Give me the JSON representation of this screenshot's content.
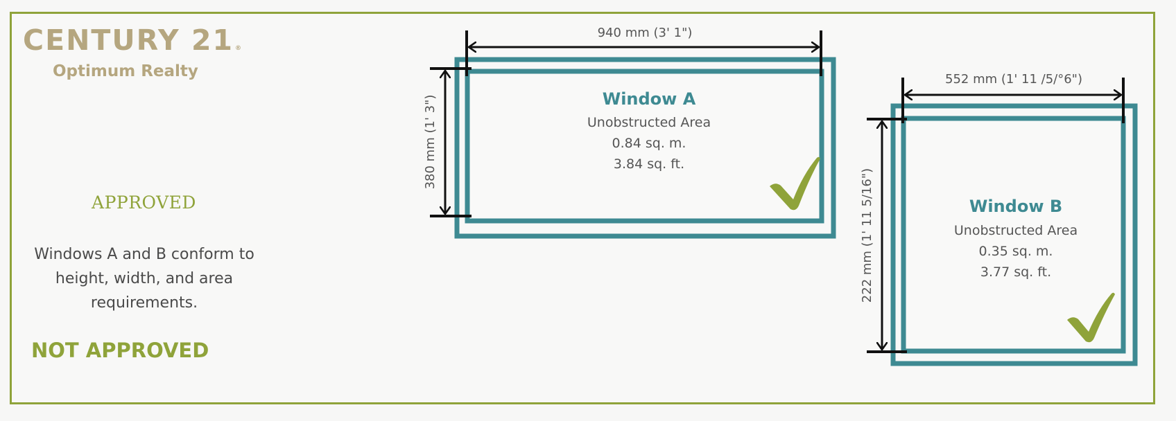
{
  "brand": {
    "name": "CENTURY 21",
    "registered_mark": "®",
    "subtitle": "Optimum Realty",
    "color": "#b5a67f"
  },
  "status": {
    "approved_label": "APPROVED",
    "description": "Windows A and B conform to height, width, and area requirements.",
    "not_approved_label": "NOT APPROVED",
    "accent_color": "#8fa33a"
  },
  "windows": [
    {
      "title": "Window A",
      "area_label": "Unobstructed Area",
      "area_metric": "0.84 sq. m.",
      "area_imperial": "3.84 sq. ft.",
      "width_dimension": "940 mm (3' 1\")",
      "height_dimension": "380 mm (1' 3\")",
      "status_icon": "checkmark-icon"
    },
    {
      "title": "Window B",
      "area_label": "Unobstructed Area",
      "area_metric": "0.35 sq. m.",
      "area_imperial": "3.77 sq. ft.",
      "width_dimension": "552 mm (1' 11 /5/°6\")",
      "height_dimension": "222 mm (1' 11 5/16\")",
      "status_icon": "checkmark-icon"
    }
  ],
  "colors": {
    "frame_border": "#8fa33a",
    "window_frame": "#3e8a92",
    "dimension_line": "#111111",
    "checkmark": "#8fa33a"
  }
}
